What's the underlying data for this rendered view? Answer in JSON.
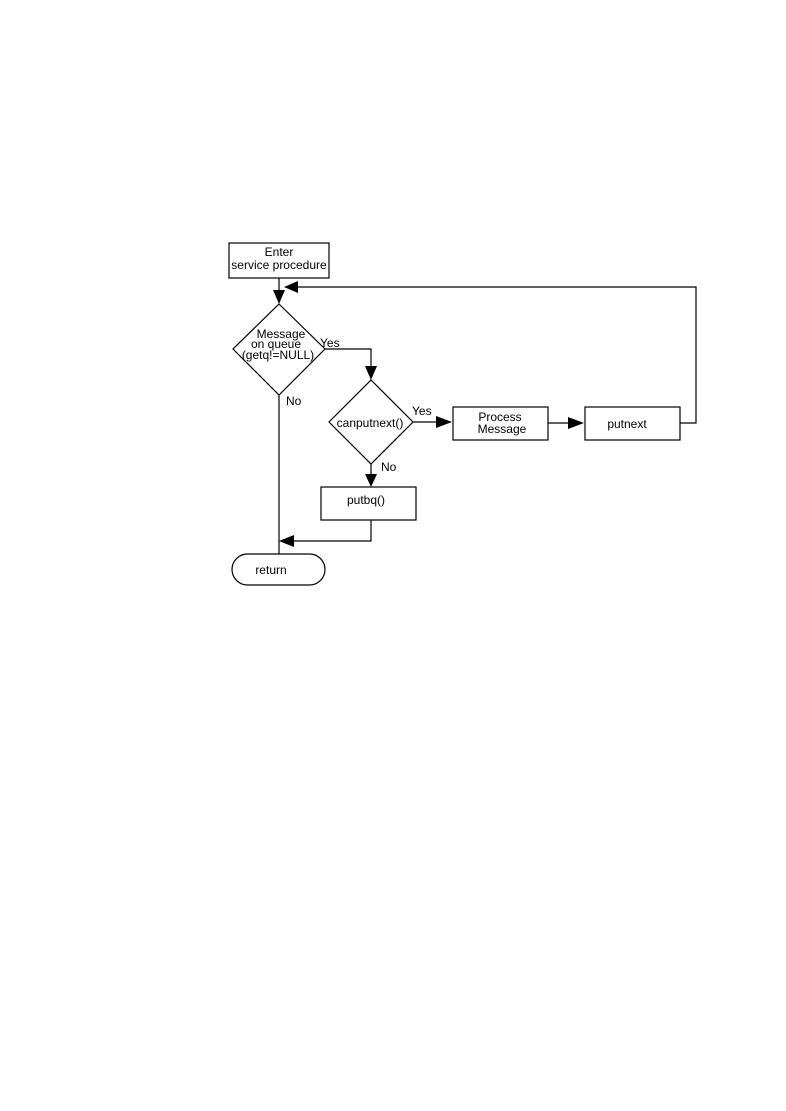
{
  "nodes": {
    "enter": {
      "lines": [
        "Enter",
        "service procedure"
      ]
    },
    "message_on_queue": {
      "lines": [
        "Message",
        "on queue",
        "(getq!=NULL)"
      ]
    },
    "canputnext": {
      "lines": [
        "canputnext()"
      ]
    },
    "process_message": {
      "lines": [
        "Process",
        "Message"
      ]
    },
    "putnext": {
      "lines": [
        "putnext"
      ]
    },
    "putbq": {
      "lines": [
        "putbq()"
      ]
    },
    "return": {
      "lines": [
        "return"
      ]
    }
  },
  "edges": {
    "message_yes": "Yes",
    "message_no": "No",
    "canputnext_yes": "Yes",
    "canputnext_no": "No"
  }
}
